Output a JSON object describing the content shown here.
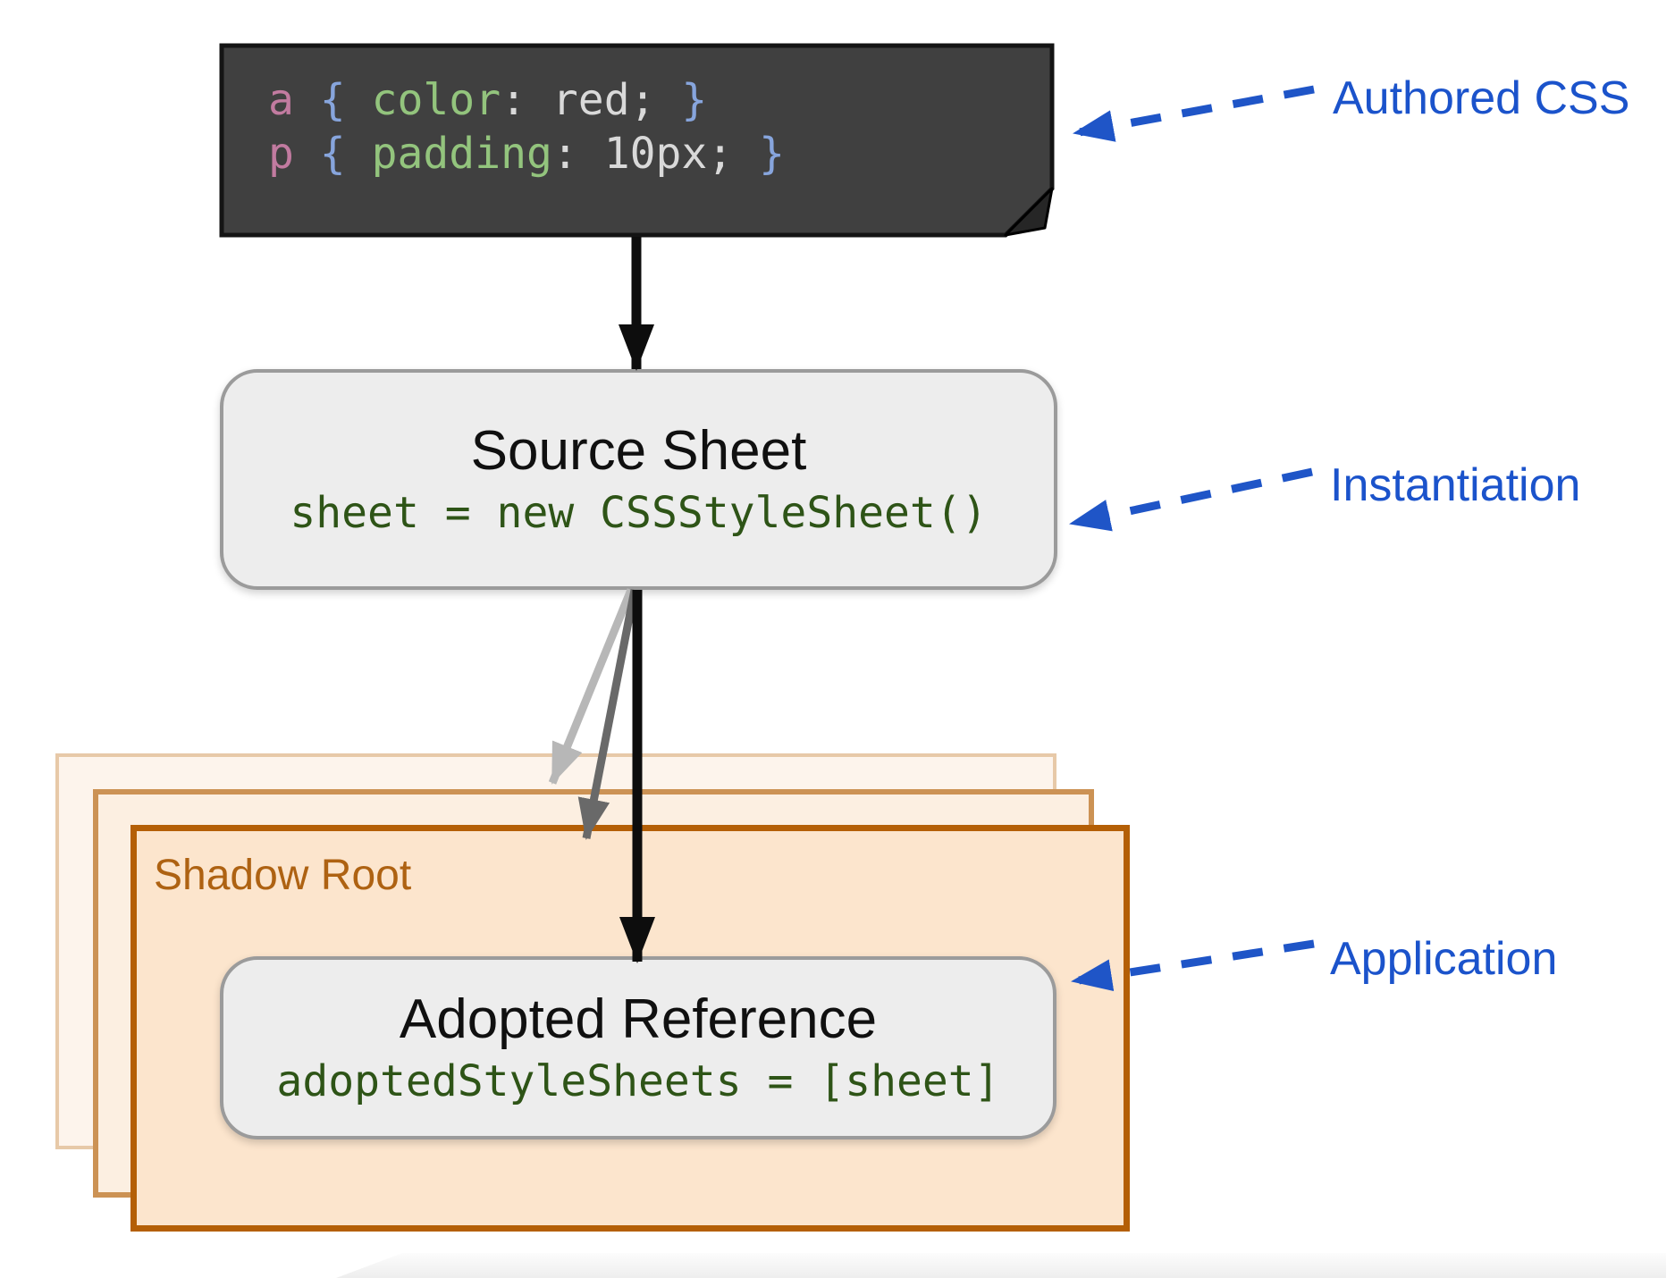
{
  "diagram": {
    "note": {
      "lines": [
        {
          "sel": "a",
          "ob": " { ",
          "prop": "color",
          "colon": ": ",
          "val": "red",
          "semi": "; ",
          "cb": "}"
        },
        {
          "sel": "p",
          "ob": " { ",
          "prop": "padding",
          "colon": ": ",
          "val": "10px",
          "semi": "; ",
          "cb": "}"
        }
      ]
    },
    "source_sheet": {
      "title": "Source Sheet",
      "code": "sheet = new CSSStyleSheet()"
    },
    "shadow_root": {
      "label": "Shadow Root"
    },
    "adopted": {
      "title": "Adopted Reference",
      "code": "adoptedStyleSheets = [sheet]"
    },
    "annotations": [
      {
        "label": "Authored CSS"
      },
      {
        "label": "Instantiation"
      },
      {
        "label": "Application"
      }
    ],
    "colors": {
      "annotation_blue": "#1f55c7",
      "shadow_root_orange": "#b45f06",
      "shadow_root_fill": "#fce5cd",
      "code_green": "#2e5417",
      "syntax_selector_pink": "#c27ba0",
      "syntax_brace_blue": "#87a5dd",
      "syntax_property_green": "#93c47d",
      "syntax_value_gray": "#d9d9d9",
      "note_bg": "#404040",
      "box_bg": "#ededed",
      "arrow_light_gray": "#b7b7b7",
      "arrow_dark_gray": "#696969",
      "arrow_black": "#0d0d0d"
    }
  }
}
